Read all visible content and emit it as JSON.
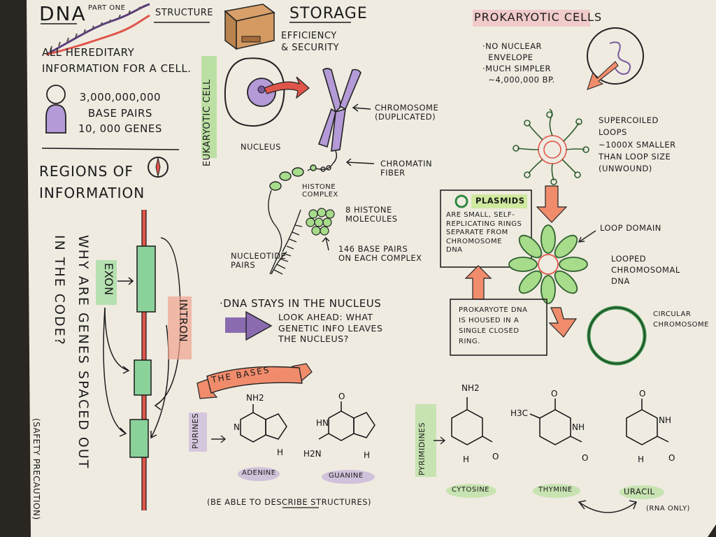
{
  "header": {
    "title": "DNA",
    "part": "PART ONE",
    "structure_label": "STRUCTURE",
    "hereditary": "ALL HEREDITARY\nINFORMATION for a CELL.",
    "stats": "3,000,000,000\nBASE PAIRS\n10, 000 GENES"
  },
  "regions": {
    "title": "REGIONS of\nINFORMATION",
    "question": "WHY ARE GENES SPACED OUT\nIN the CODE?",
    "safety": "(SAFETY PRECAUTION)",
    "exon": "EXON",
    "intron": "INTRON"
  },
  "storage": {
    "title": "STORAGE",
    "subtitle": "EFFICIENCY\n& SECURITY",
    "eukaryotic_cell": "EUKARYOTIC CELL",
    "nucleus": "NUCLEUS",
    "chromosome": "CHROMOSOME\n(DUPLICATED)",
    "chromatin": "CHROMATIN\nFIBER",
    "histone_complex": "HISTONE\nCOMPLEX",
    "histone_molecules": "8 HISTONE\nMOLECULES",
    "base_pairs": "146 BASE PAIRS\nON EACH COMPLEX",
    "nucleotide_pairs": "NUCLEOTIDE\nPAIRS",
    "dna_stays": "·DNA STAYS IN the NUCLEUS",
    "look_ahead": "LOOK AHEAD: WHAT\nGENETIC INFO LEAVES\nthe NUCLEUS?"
  },
  "prokaryotic": {
    "title": "PROKARYOTIC CELLS",
    "notes": "·NO NUCLEAR\n  ENVELOPE\n·MUCH SIMPLER\n  ~4,000,000 bp.",
    "supercoiled": "SUPERCOILED\nLOOPS\n~1000x SMALLER\nTHAN LOOP SIZE\n(UNWOUND)",
    "plasmids_title": "PLASMIDS",
    "plasmids_text": "ARE SMALL, SELF-\nREPLICATING RINGS\nSEPARATE from\nCHROMOSOME\nDNA",
    "loop_domain": "LOOP DOMAIN",
    "looped": "LOOPED\nCHROMOSOMAL\nDNA",
    "housed": "PROKARYOTE DNA\nIS HOUSED IN A\nSINGLE CLOSED\nRING.",
    "circular": "CIRCULAR\nCHROMOSOME"
  },
  "bases": {
    "banner": "THE BASES",
    "purines": "PURINES",
    "pyrimidines": "PYRIMIDINES",
    "adenine": "ADENINE",
    "guanine": "GUANINE",
    "cytosine": "CYTOSINE",
    "thymine": "THYMINE",
    "uracil": "URACIL",
    "rna_only": "(RNA ONLY)",
    "describe": "(BE ABLE to DESCRIBE STRUCTURES)",
    "nh2": "NH2",
    "h3c": "H3C",
    "h2n": "H2N",
    "hn": "HN",
    "nh": "NH",
    "n": "N",
    "h": "H",
    "o": "O"
  },
  "colors": {
    "paper": "#efebe1",
    "ink": "#1b1b1b",
    "red": "#e0554a",
    "green": "#6fc06a",
    "purple": "#8a6bb0",
    "salmon": "#f08c6c"
  }
}
